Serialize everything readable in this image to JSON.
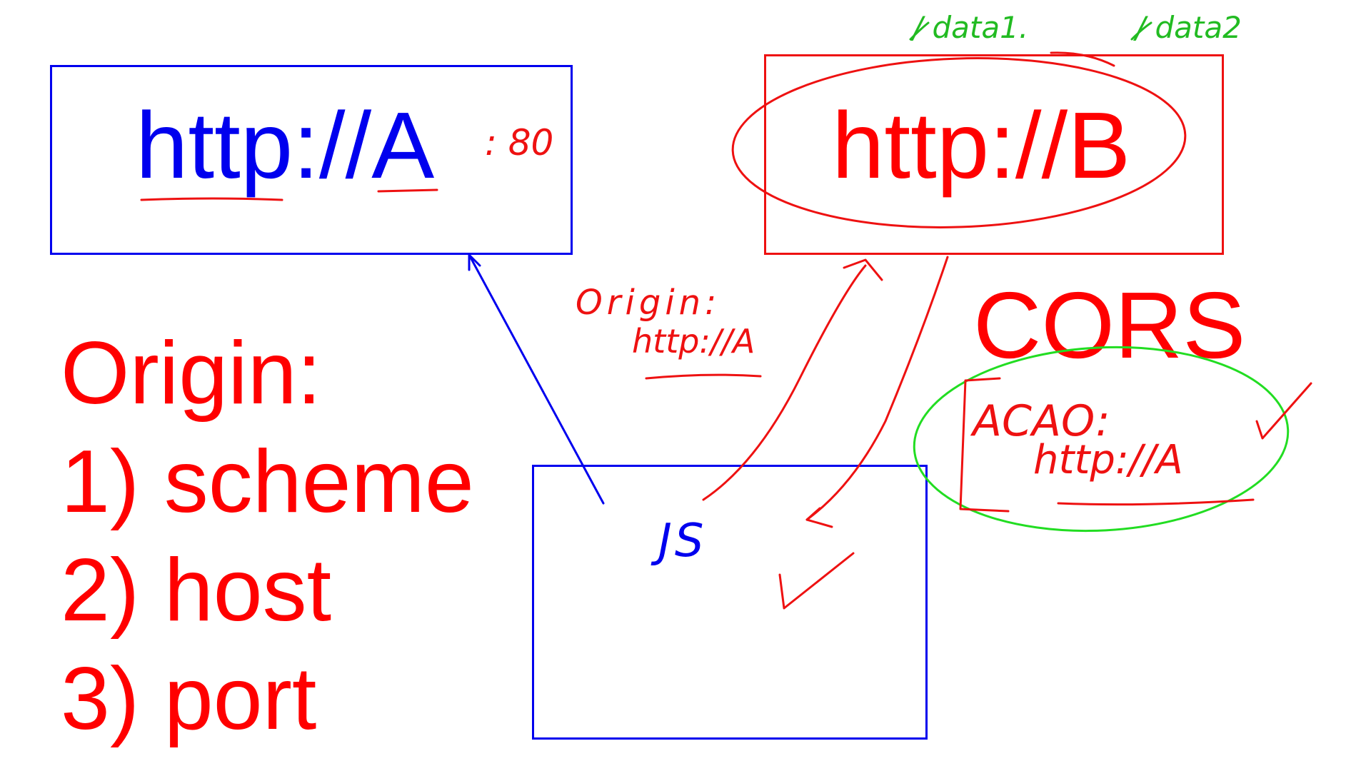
{
  "box_a": {
    "url": "http://A"
  },
  "box_b": {
    "url": "http://B"
  },
  "annotations": {
    "port": ": 80",
    "path1": "/ data1.",
    "path2": "/ data2",
    "request_header_line1": "Origin:",
    "request_header_line2": "http://A",
    "response_header_line1": "ACAO:",
    "response_header_line2": "http://A",
    "script": "JS"
  },
  "cors_title": "CORS",
  "origin_definition": {
    "heading": "Origin:",
    "items": [
      "1) scheme",
      "2) host",
      "3) port"
    ]
  },
  "colors": {
    "blue": "#0000ee",
    "red": "#ff0000",
    "green": "#22bb22"
  }
}
